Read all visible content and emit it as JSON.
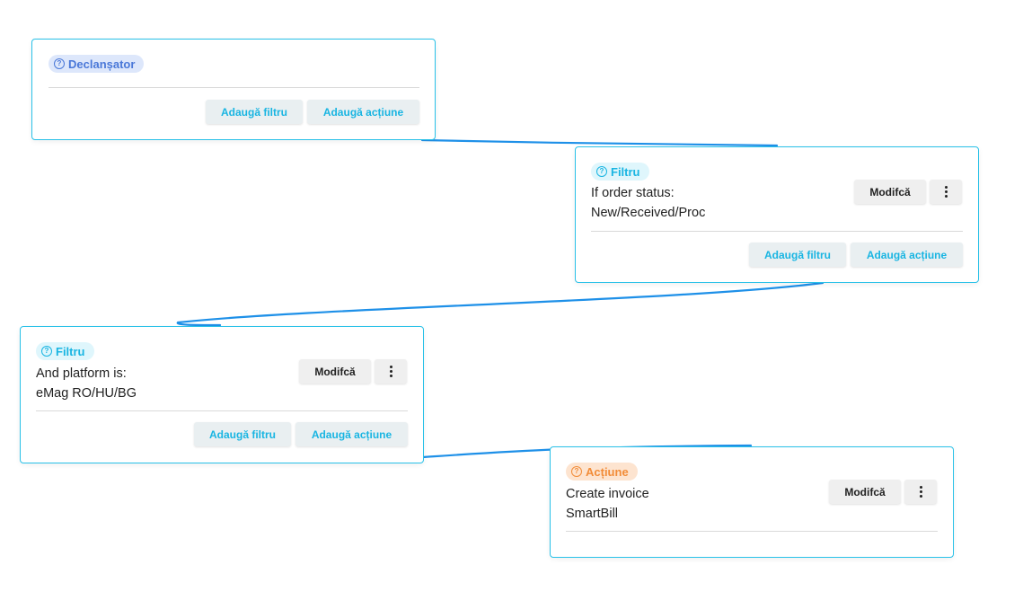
{
  "nodes": {
    "trigger": {
      "badge": "Declanșator",
      "add_filter": "Adaugă filtru",
      "add_action": "Adaugă acțiune"
    },
    "filter1": {
      "badge": "Filtru",
      "line1": "If order status:",
      "line2": "New/Received/Proc",
      "modify": "Modifcă",
      "add_filter": "Adaugă filtru",
      "add_action": "Adaugă acțiune"
    },
    "filter2": {
      "badge": "Filtru",
      "line1": "And platform is:",
      "line2": "eMag RO/HU/BG",
      "modify": "Modifcă",
      "add_filter": "Adaugă filtru",
      "add_action": "Adaugă acțiune"
    },
    "action1": {
      "badge": "Acțiune",
      "line1": "Create invoice",
      "line2": "SmartBill",
      "modify": "Modifcă"
    }
  },
  "icons": {
    "help": "question-circle-icon",
    "more": "more-vertical-icon"
  },
  "colors": {
    "border": "#29c1e8",
    "connector": "#1e90e8",
    "trigger": "#4a78d8",
    "filter": "#19b5e2",
    "action": "#f28c38"
  }
}
